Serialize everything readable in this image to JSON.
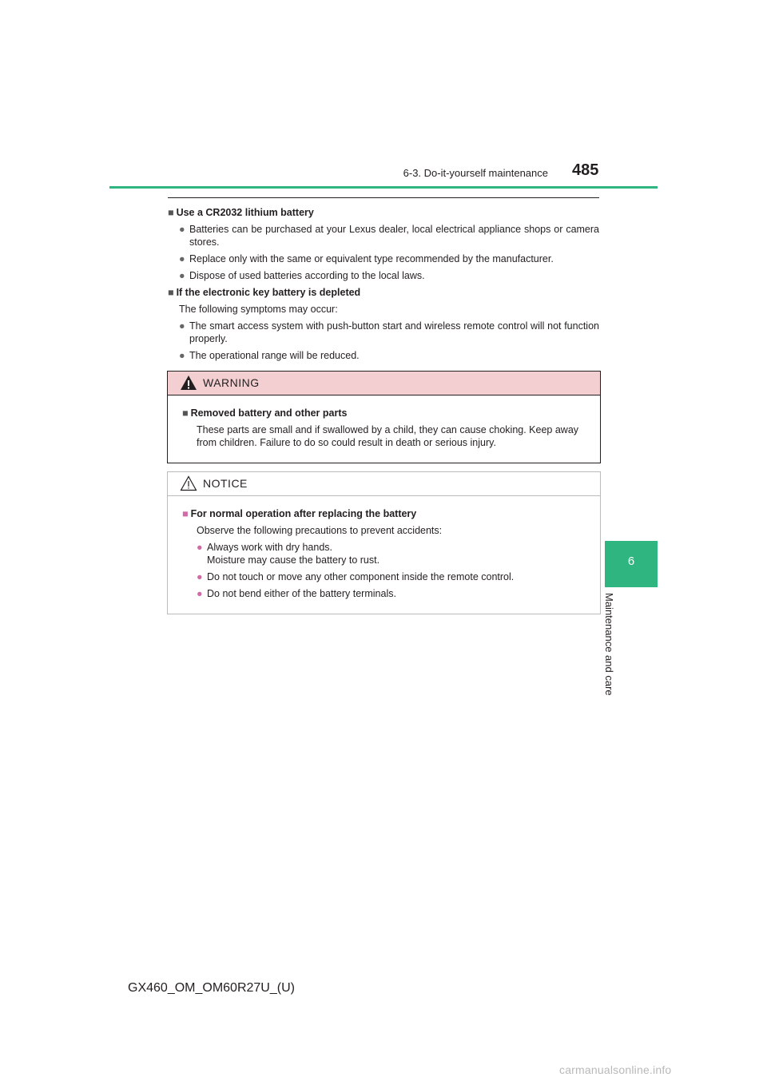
{
  "header": {
    "section": "6-3. Do-it-yourself maintenance",
    "page_number": "485"
  },
  "side_tab": {
    "number": "6",
    "label": "Maintenance and care"
  },
  "sections": [
    {
      "heading": "Use a CR2032 lithium battery",
      "bullets": [
        "Batteries can be purchased at your Lexus dealer, local electrical appliance shops or camera stores.",
        "Replace only with the same or equivalent type recommended by the manufacturer.",
        "Dispose of used batteries according to the local laws."
      ]
    },
    {
      "heading": "If the electronic key battery is depleted",
      "intro": "The following symptoms may occur:",
      "bullets": [
        "The smart access system with push-button start and wireless remote control will not function properly.",
        "The operational range will be reduced."
      ]
    }
  ],
  "warning": {
    "title": "WARNING",
    "heading": "Removed battery and other parts",
    "text": "These parts are small and if swallowed by a child, they can cause choking. Keep away from children. Failure to do so could result in death or serious injury."
  },
  "notice": {
    "title": "NOTICE",
    "heading": "For normal operation after replacing the battery",
    "intro": "Observe the following precautions to prevent accidents:",
    "bullets": [
      "Always work with dry hands.",
      "Do not touch or move any other component inside the remote control.",
      "Do not bend either of the battery terminals."
    ],
    "bullet_1_line2": "Moisture may cause the battery to rust."
  },
  "footer": {
    "code": "GX460_OM_OM60R27U_(U)"
  },
  "watermark": "carmanualsonline.info",
  "colors": {
    "accent_green": "#2fb580",
    "warning_bg": "#f3cfd1",
    "notice_bullet": "#d36aa8"
  }
}
